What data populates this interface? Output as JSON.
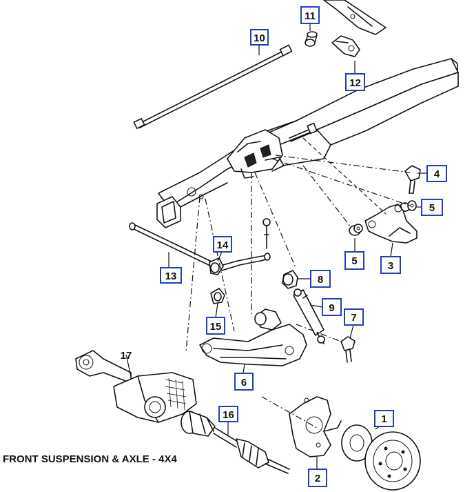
{
  "title": "FRONT SUSPENSION & AXLE - 4X4",
  "accent_color": "#1f3fbf",
  "callouts": {
    "c1": "1",
    "c2": "2",
    "c3": "3",
    "c4": "4",
    "c5a": "5",
    "c5b": "5",
    "c6": "6",
    "c7": "7",
    "c8": "8",
    "c9": "9",
    "c10": "10",
    "c11": "11",
    "c12": "12",
    "c13": "13",
    "c14": "14",
    "c15": "15",
    "c16": "16",
    "c17": "17"
  }
}
